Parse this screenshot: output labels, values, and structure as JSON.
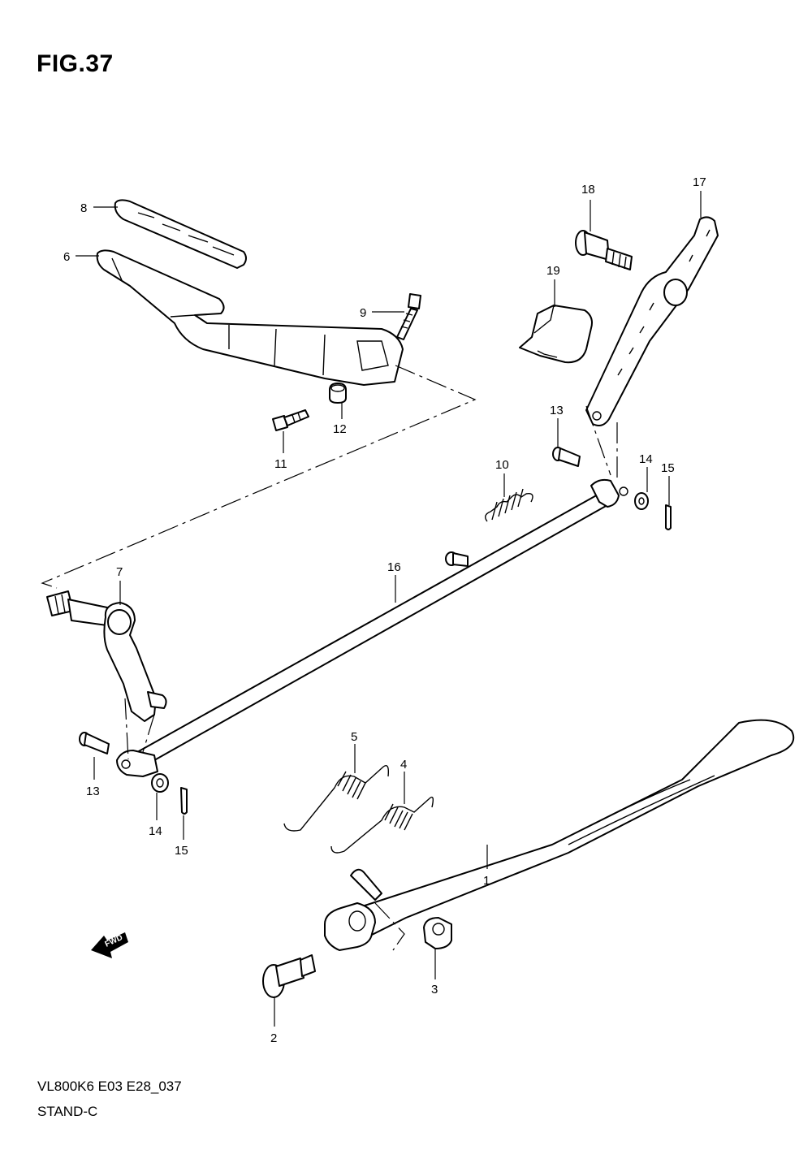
{
  "figure": {
    "title": "FIG.37",
    "model_code": "VL800K6 E03 E28_037",
    "section_name": "STAND-C"
  },
  "direction_badge": {
    "label": "FWD"
  },
  "callouts": {
    "c1": "1",
    "c2": "2",
    "c3": "3",
    "c4": "4",
    "c5": "5",
    "c6": "6",
    "c7": "7",
    "c8": "8",
    "c9": "9",
    "c10": "10",
    "c11": "11",
    "c12": "12",
    "c13a": "13",
    "c13b": "13",
    "c14a": "14",
    "c14b": "14",
    "c15a": "15",
    "c15b": "15",
    "c16": "16",
    "c17": "17",
    "c18": "18",
    "c19": "19"
  }
}
